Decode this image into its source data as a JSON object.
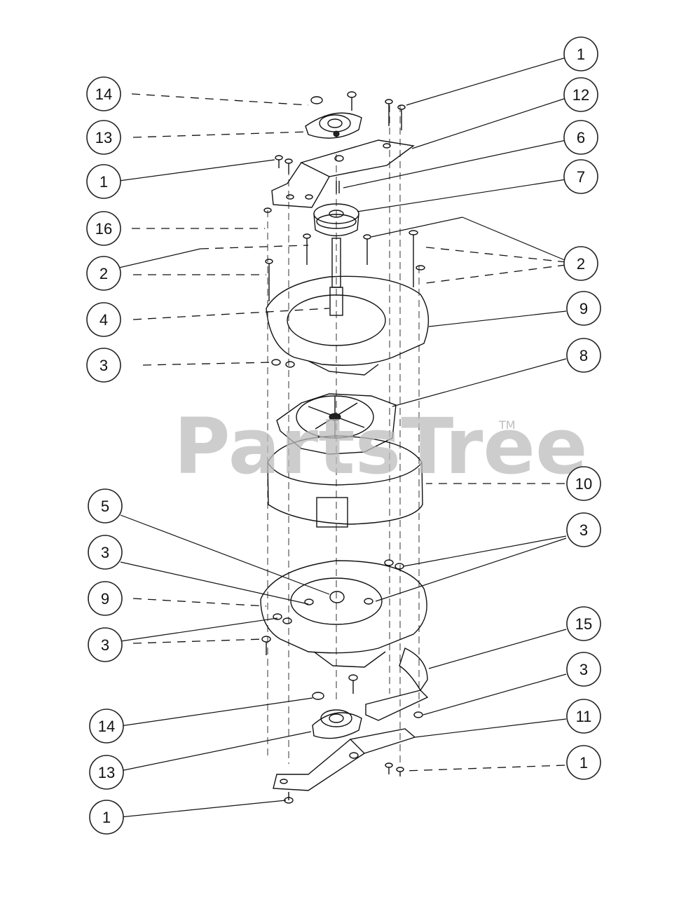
{
  "watermark": {
    "text": "PartsTree",
    "mark": "TM"
  },
  "callouts": [
    {
      "id": "c1a",
      "label": "1"
    },
    {
      "id": "c14a",
      "label": "14"
    },
    {
      "id": "c12",
      "label": "12"
    },
    {
      "id": "c13a",
      "label": "13"
    },
    {
      "id": "c6",
      "label": "6"
    },
    {
      "id": "c1b",
      "label": "1"
    },
    {
      "id": "c7",
      "label": "7"
    },
    {
      "id": "c16",
      "label": "16"
    },
    {
      "id": "c2a",
      "label": "2"
    },
    {
      "id": "c2b",
      "label": "2"
    },
    {
      "id": "c4",
      "label": "4"
    },
    {
      "id": "c9a",
      "label": "9"
    },
    {
      "id": "c3a",
      "label": "3"
    },
    {
      "id": "c8",
      "label": "8"
    },
    {
      "id": "c10",
      "label": "10"
    },
    {
      "id": "c5",
      "label": "5"
    },
    {
      "id": "c3b",
      "label": "3"
    },
    {
      "id": "c3c",
      "label": "3"
    },
    {
      "id": "c9b",
      "label": "9"
    },
    {
      "id": "c3d",
      "label": "3"
    },
    {
      "id": "c15",
      "label": "15"
    },
    {
      "id": "c3e",
      "label": "3"
    },
    {
      "id": "c14b",
      "label": "14"
    },
    {
      "id": "c11",
      "label": "11"
    },
    {
      "id": "c13b",
      "label": "13"
    },
    {
      "id": "c1c",
      "label": "1"
    },
    {
      "id": "c1d",
      "label": "1"
    }
  ]
}
